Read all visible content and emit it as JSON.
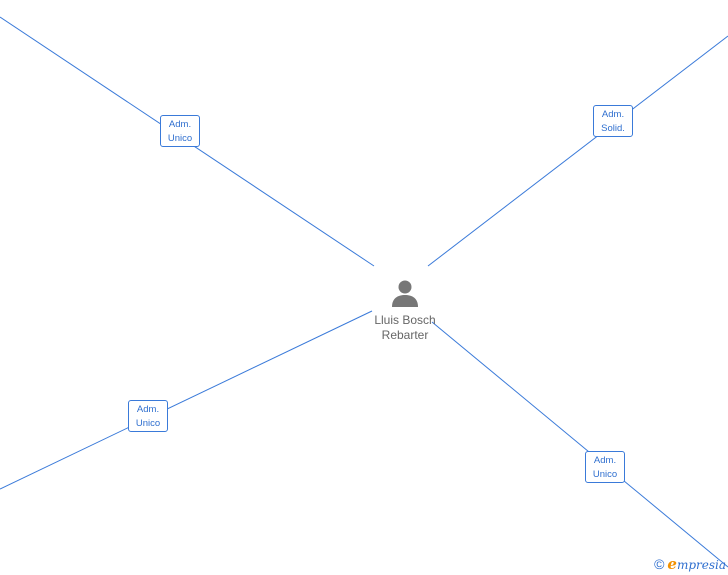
{
  "center": {
    "name_line1": "Lluis Bosch",
    "name_line2": "Rebarter",
    "icon": "person-icon"
  },
  "roles": [
    {
      "line1": "Adm.",
      "line2": "Unico",
      "position": "upper-left"
    },
    {
      "line1": "Adm.",
      "line2": "Solid.",
      "position": "upper-right"
    },
    {
      "line1": "Adm.",
      "line2": "Unico",
      "position": "lower-left"
    },
    {
      "line1": "Adm.",
      "line2": "Unico",
      "position": "lower-right"
    }
  ],
  "footer": {
    "copyright": "©",
    "brand_first": "e",
    "brand_rest": "mpresia"
  },
  "colors": {
    "edge": "#3a7ad9",
    "role_text": "#2f6fcf",
    "person": "#777777",
    "brand_accent": "#f29100"
  }
}
